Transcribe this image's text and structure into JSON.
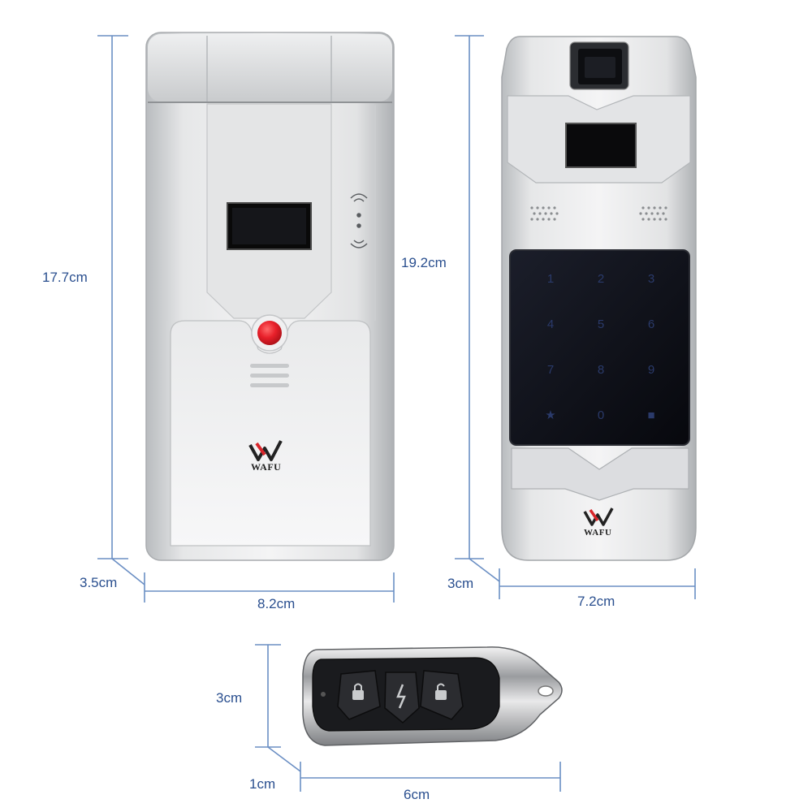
{
  "dimensions": {
    "lock1_height": "17.7cm",
    "lock1_depth": "3.5cm",
    "lock1_width": "8.2cm",
    "lock2_height": "19.2cm",
    "lock2_depth": "3cm",
    "lock2_width": "7.2cm",
    "remote_height": "3cm",
    "remote_depth": "1cm",
    "remote_width": "6cm"
  },
  "brand": {
    "name": "WAFU"
  },
  "keypad": {
    "keys": [
      "1",
      "2",
      "3",
      "4",
      "5",
      "6",
      "7",
      "8",
      "9",
      "★",
      "0",
      "■"
    ]
  },
  "colors": {
    "dimension_line": "#6b8fc4",
    "dimension_text": "#2a4f8f",
    "silver": "#d8dadc",
    "panel_black": "#0d0f16",
    "red_button": "#e8202a",
    "logo_red": "#d8262b"
  }
}
